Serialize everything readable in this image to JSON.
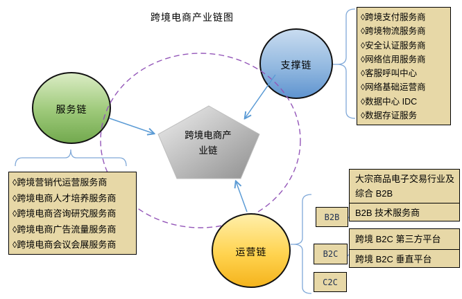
{
  "title": "跨境电商产业链图",
  "pentagon": {
    "label": "跨境电商产业链",
    "lines": [
      "跨境电商产",
      "业链"
    ]
  },
  "chains": {
    "service": {
      "label": "服务链"
    },
    "support": {
      "label": "支撑链"
    },
    "operation": {
      "label": "运营链"
    }
  },
  "service_box": {
    "items": [
      "◊跨境营销代运营服务商",
      "◊跨境电商人才培养服务商",
      "◊跨境电商咨询研究服务商",
      "◊跨境电商广告流量服务商",
      "◊跨境电商会议会展服务商"
    ]
  },
  "support_box": {
    "items": [
      "◊跨境支付服务商",
      "◊跨境物流服务商",
      "◊安全认证服务商",
      "◊网络信用服务商",
      "◊客服呼叫中心",
      "◊网络基础运营商",
      "◊数据中心 IDC",
      "◊数据存证服务"
    ]
  },
  "operation": {
    "categories": [
      "B2B",
      "B2C",
      "C2C"
    ],
    "b2b_detail": {
      "rows": [
        "大宗商品电子交易行业及综合 B2B",
        "B2B 技术服务商"
      ]
    },
    "b2c_detail": {
      "rows": [
        "跨境 B2C 第三方平台",
        "跨境 B2C 垂直平台"
      ]
    }
  },
  "colors": {
    "box_fill": "#e7d8a7",
    "arrow_blue": "#5b9bd5",
    "brace_blue": "#7fa8d8",
    "dashed_purple": "#9355b8",
    "circle_green": "#8fbf6a",
    "circle_blue": "#93b9e0",
    "circle_yellow": "#ffd34f",
    "pentagon_gray": "#b9b9b9"
  }
}
